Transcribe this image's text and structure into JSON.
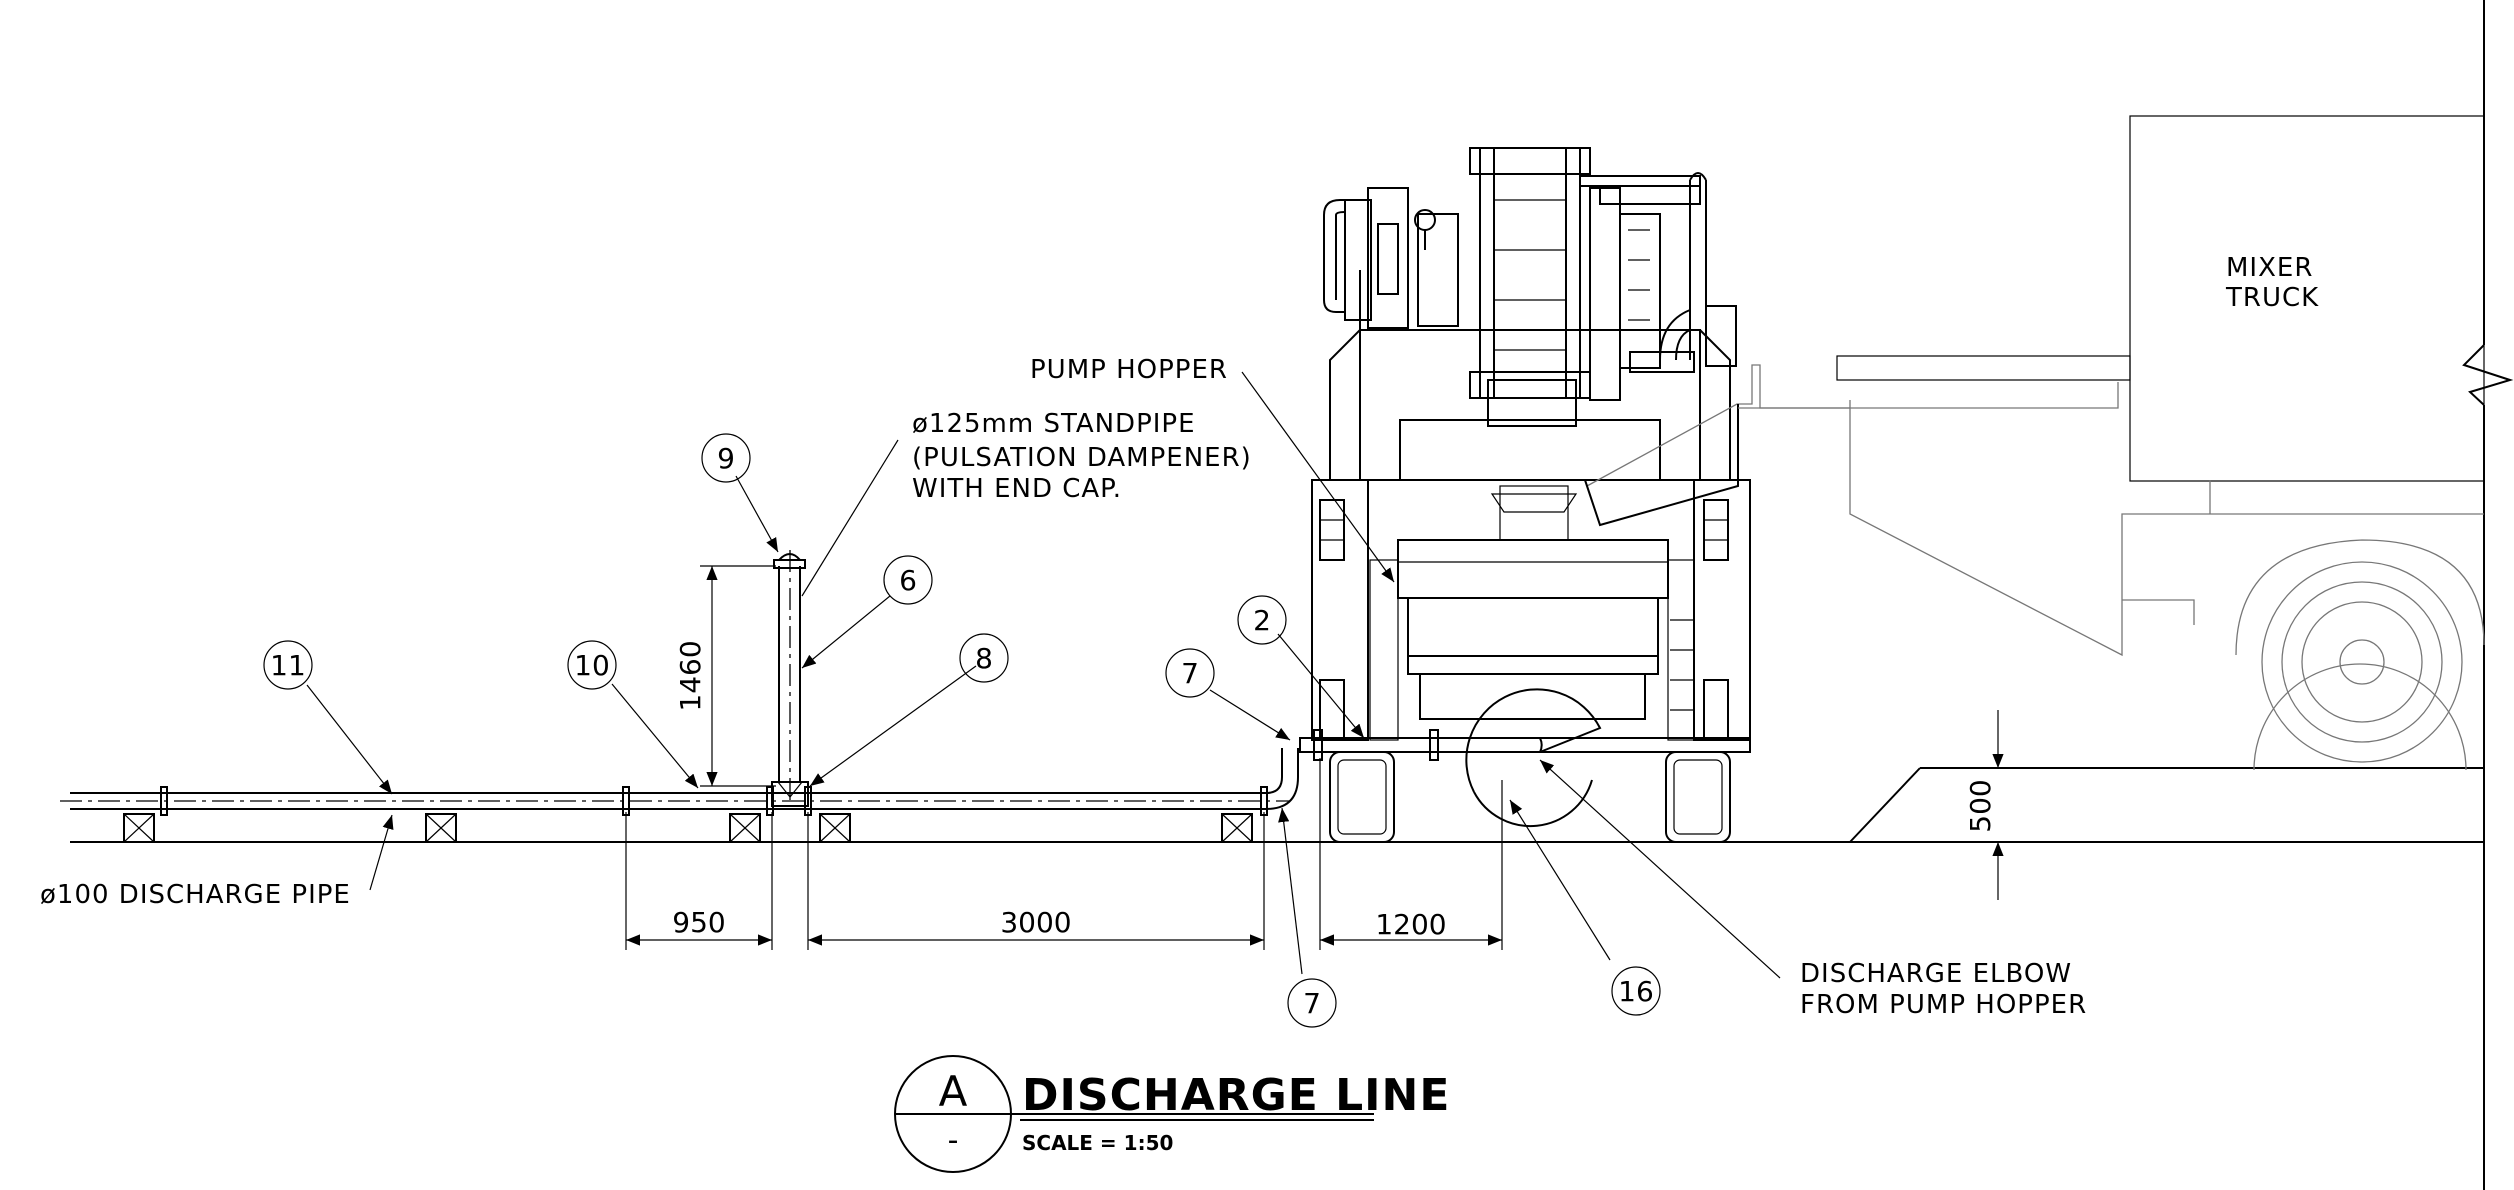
{
  "labels": {
    "pump_hopper": "PUMP HOPPER",
    "standpipe_1": "ø125mm STANDPIPE",
    "standpipe_2": "(PULSATION DAMPENER)",
    "standpipe_3": "WITH END CAP.",
    "discharge_pipe": "ø100 DISCHARGE PIPE",
    "elbow_1": "DISCHARGE ELBOW",
    "elbow_2": "FROM PUMP HOPPER",
    "mixer_1": "MIXER",
    "mixer_2": "TRUCK"
  },
  "callouts": {
    "c9": "9",
    "c6": "6",
    "c11": "11",
    "c10": "10",
    "c8": "8",
    "c2": "2",
    "c7a": "7",
    "c7b": "7",
    "c16": "16"
  },
  "dimensions": {
    "standpipe_height": "1460",
    "d950": "950",
    "d3000": "3000",
    "d1200": "1200",
    "d500": "500"
  },
  "title_block": {
    "section_letter": "A",
    "section_ref": "-",
    "title": "DISCHARGE LINE",
    "scale": "SCALE = 1:50"
  }
}
